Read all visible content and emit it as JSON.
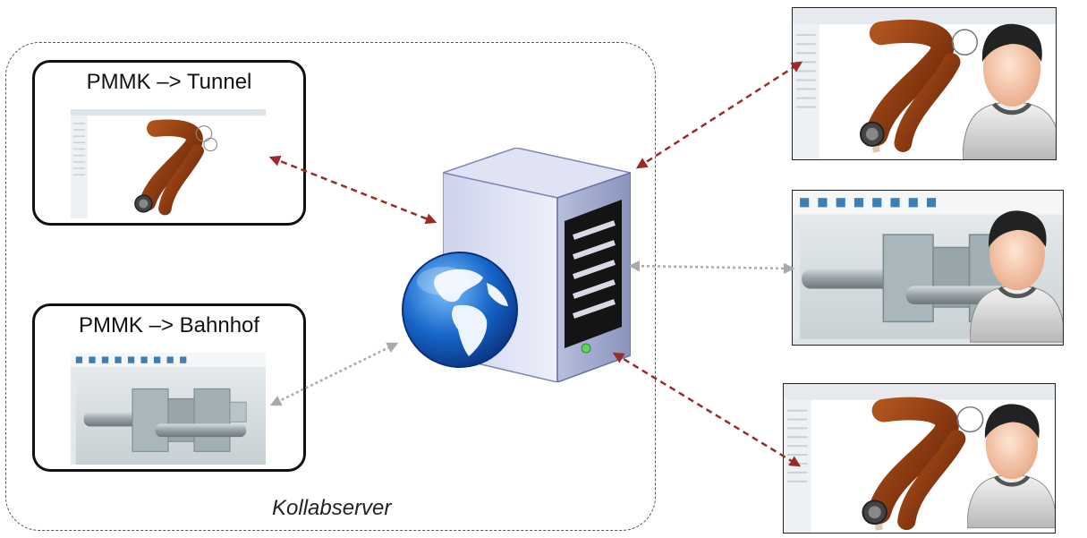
{
  "server": {
    "label": "Kollabserver"
  },
  "models": [
    {
      "title": "PMMK –> Tunnel",
      "scene": "tube"
    },
    {
      "title": "PMMK –> Bahnhof",
      "scene": "block"
    }
  ],
  "clients": [
    {
      "scene": "tube",
      "connection": "active"
    },
    {
      "scene": "block",
      "connection": "inactive"
    },
    {
      "scene": "tube",
      "connection": "active"
    }
  ],
  "colors": {
    "active_arrow": "#9b2b28",
    "inactive_arrow": "#aaaaaa",
    "tube": "#8b3a12",
    "block": "#a9b7bc"
  },
  "icons": [
    "server-tower-icon",
    "globe-icon",
    "user-avatar-icon"
  ]
}
